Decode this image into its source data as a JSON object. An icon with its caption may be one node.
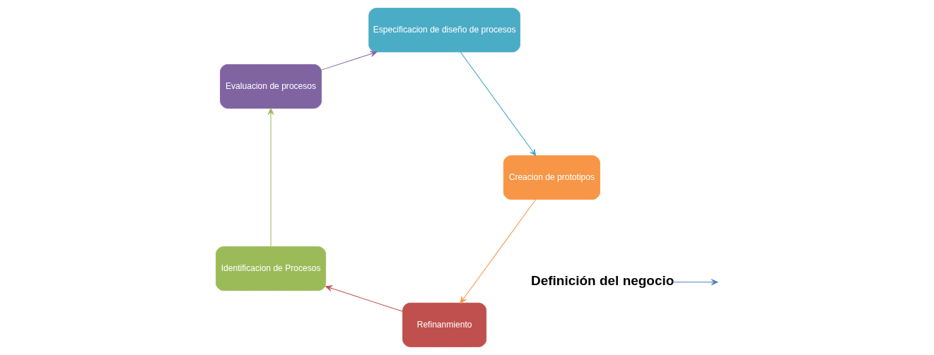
{
  "diagram": {
    "nodes": [
      {
        "text": [
          "Refinanmiento"
        ]
      },
      {
        "text": [
          "Identificacion de Procesos"
        ]
      },
      {
        "text": [
          "Evaluacion de procesos"
        ]
      },
      {
        "text": [
          "Especificacion de diseño de procesos"
        ]
      },
      {
        "text": [
          "Creacion de prototipos"
        ]
      },
      {
        "text": [
          "Definición del negocio"
        ]
      }
    ],
    "edges": [
      {
        "from": 0,
        "to": 1,
        "arrow": "to",
        "color": "#c0504d"
      },
      {
        "from": 1,
        "to": 2,
        "arrow": "to",
        "color": "#9bbb59"
      },
      {
        "from": 2,
        "to": 3,
        "arrow": "to",
        "color": "#8064a2"
      },
      {
        "from": 3,
        "to": 4,
        "arrow": "to",
        "color": "#4bacc6"
      },
      {
        "from": 4,
        "to": 0,
        "arrow": "to",
        "color": "#f79646"
      },
      {
        "from": 5,
        "to": null,
        "arrow": "to",
        "color": "#4f81bd"
      }
    ]
  }
}
